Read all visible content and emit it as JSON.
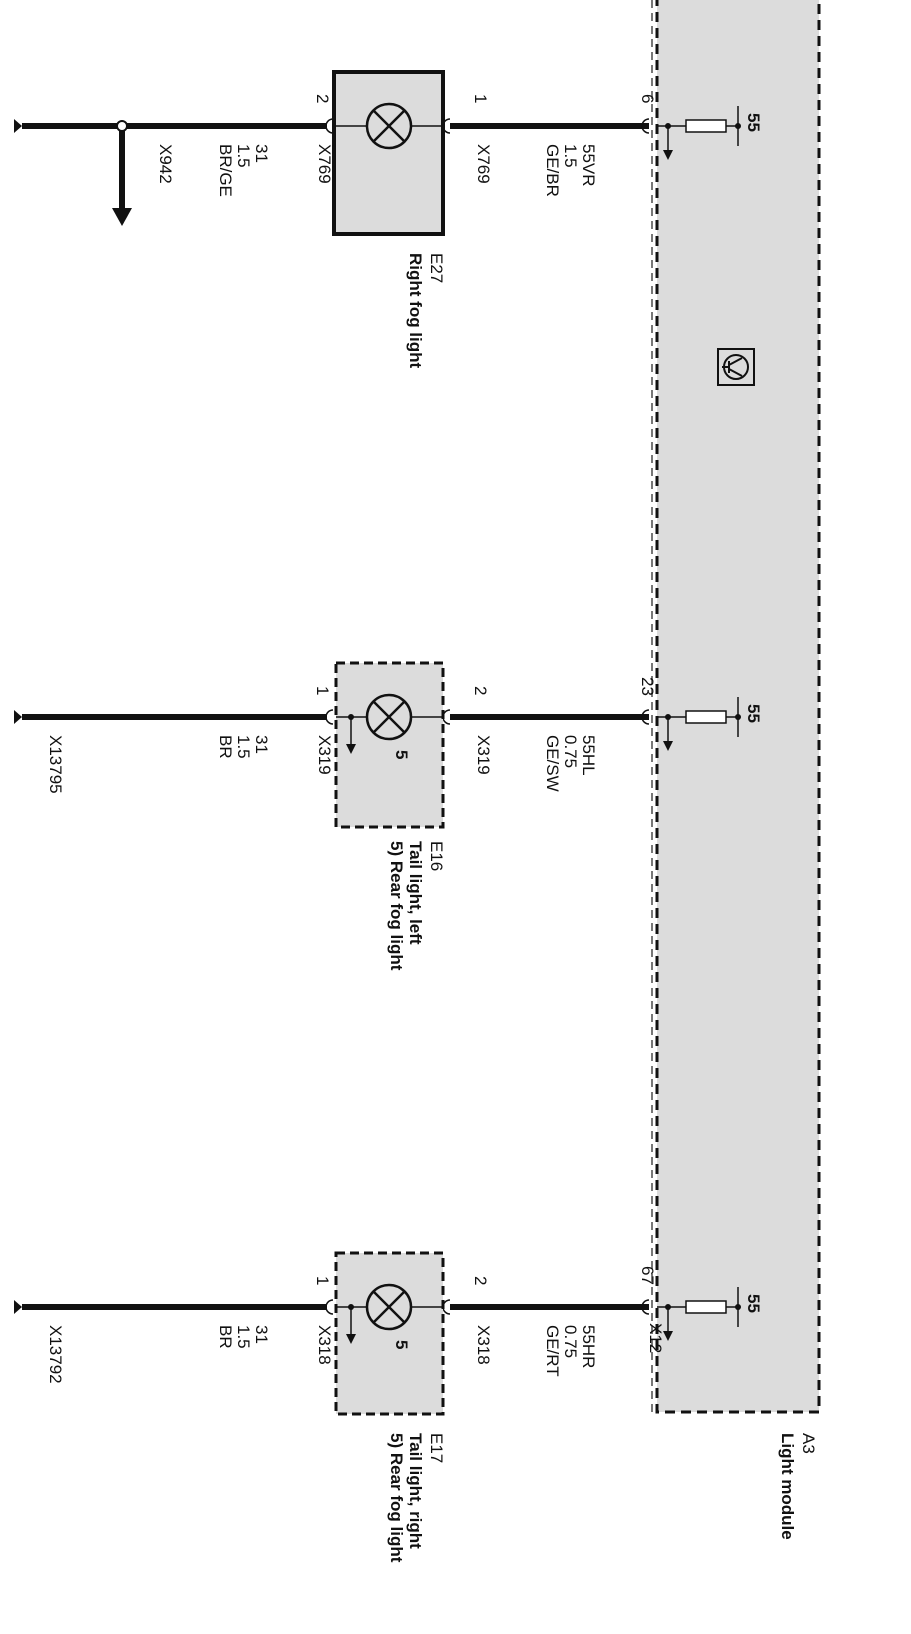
{
  "colors": {
    "module_fill": "#dcdcdc",
    "component_fill": "#dcdcdc",
    "line": "#111111",
    "background": "#ffffff"
  },
  "module": {
    "id": "A3",
    "name": "Light module",
    "connector": "X12",
    "icon": "transistor-icon"
  },
  "circuits": [
    {
      "pin_module": "6",
      "resistor_label": "55",
      "wire_hot": [
        "55VR",
        "1.5",
        "GE/BR"
      ],
      "connector_hot": "X769",
      "pin_hot": "1",
      "component_id": "E27",
      "component_name": [
        "Right fog light"
      ],
      "component_marker": "",
      "connector_gnd": "X769",
      "pin_gnd": "2",
      "wire_gnd": [
        "31",
        "1.5",
        "BR/GE"
      ],
      "ground_label": "",
      "branch_label": "X942"
    },
    {
      "pin_module": "23",
      "resistor_label": "55",
      "wire_hot": [
        "55HL",
        "0.75",
        "GE/SW"
      ],
      "connector_hot": "X319",
      "pin_hot": "2",
      "component_id": "E16",
      "component_name": [
        "Tail light, left",
        "5) Rear fog light"
      ],
      "component_marker": "5",
      "connector_gnd": "X319",
      "pin_gnd": "1",
      "wire_gnd": [
        "31",
        "1.5",
        "BR"
      ],
      "ground_label": "X13795",
      "branch_label": ""
    },
    {
      "pin_module": "67",
      "resistor_label": "55",
      "wire_hot": [
        "55HR",
        "0.75",
        "GE/RT"
      ],
      "connector_hot": "X318",
      "pin_hot": "2",
      "component_id": "E17",
      "component_name": [
        "Tail light, right",
        "5) Rear fog light"
      ],
      "component_marker": "5",
      "connector_gnd": "X318",
      "pin_gnd": "1",
      "wire_gnd": [
        "31",
        "1.5",
        "BR"
      ],
      "ground_label": "X13792",
      "branch_label": ""
    }
  ]
}
